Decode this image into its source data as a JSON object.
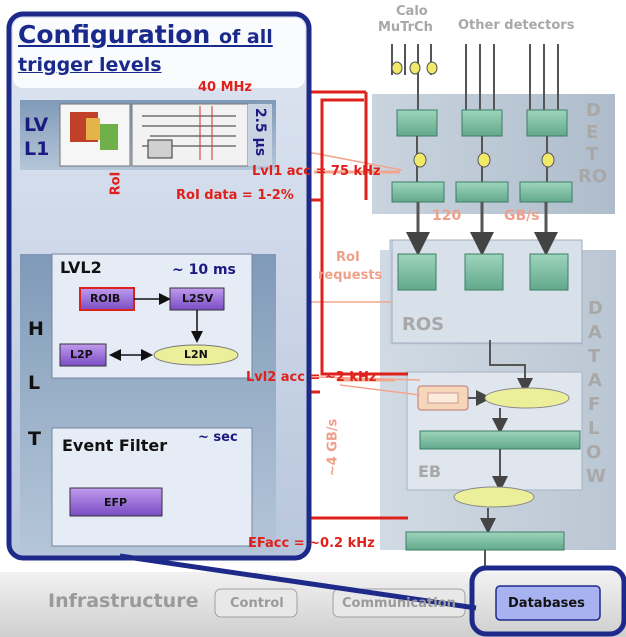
{
  "title": {
    "main": "Configuration",
    "suffix": "of all",
    "line2": "trigger levels"
  },
  "top_labels": {
    "calo": "Calo",
    "mutrch": "MuTrCh",
    "other": "Other detectors"
  },
  "rates": {
    "mhz40": "40 MHz",
    "lvl1_acc": "Lvl1 acc = 75 kHz",
    "roi_data": "RoI data = 1-2%",
    "gbs120": "120",
    "gbs120_unit": "GB/s",
    "roi_requests_1": "RoI",
    "roi_requests_2": "requests",
    "lvl2_acc": "Lvl2 acc = ~2 kHz",
    "gbs4": "~4 GB/s",
    "efacc": "EFacc = ~0.2 kHz"
  },
  "lvl1": {
    "label_a": "LV",
    "label_b": "L1",
    "time": "2.5 µs",
    "roi": "RoI"
  },
  "lvl2": {
    "title": "LVL2",
    "time": "~ 10 ms",
    "roib": "ROIB",
    "l2sv": "L2SV",
    "l2p": "L2P",
    "l2n": "L2N"
  },
  "hlt": {
    "h": "H",
    "l": "L",
    "t": "T"
  },
  "ef": {
    "title": "Event Filter",
    "time": "~ sec",
    "efp": "EFP"
  },
  "right": {
    "detro": [
      "D",
      "E",
      "T",
      "RO"
    ],
    "ros": "ROS",
    "dataflow": [
      "D",
      "A",
      "T",
      "A",
      "F",
      "L",
      "O",
      "W"
    ],
    "eb": "EB"
  },
  "infra": {
    "label": "Infrastructure",
    "control": "Control",
    "communication": "Communication",
    "databases": "Databases"
  },
  "colors": {
    "navy": "#1e2a8a",
    "red": "#e0201a",
    "salmon": "#f3a58e",
    "slate": "#b9c7d6",
    "teal": "#7fc3a8",
    "yellow": "#ecef9a",
    "purple": "#9b6fd8"
  }
}
